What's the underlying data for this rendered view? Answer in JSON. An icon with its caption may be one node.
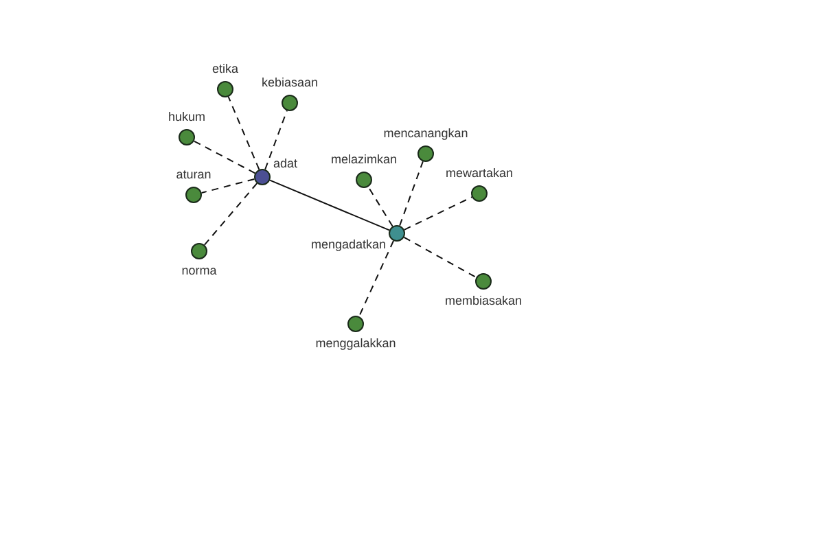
{
  "diagram": {
    "nodes": [
      {
        "text": [
          "adat"
        ]
      },
      {
        "text": [
          "etika"
        ]
      },
      {
        "text": [
          "kebiasaan"
        ]
      },
      {
        "text": [
          "hukum"
        ]
      },
      {
        "text": [
          "aturan"
        ]
      },
      {
        "text": [
          "norma"
        ]
      },
      {
        "text": [
          "mengadatkan"
        ]
      },
      {
        "text": [
          "melazimkan"
        ]
      },
      {
        "text": [
          "mencanangkan"
        ]
      },
      {
        "text": [
          "mewartakan"
        ]
      },
      {
        "text": [
          "membiasakan"
        ]
      },
      {
        "text": [
          "menggalakkan"
        ]
      }
    ],
    "edges": [
      {
        "from": 0,
        "to": 1,
        "arrow": "none",
        "style": "dashed"
      },
      {
        "from": 0,
        "to": 2,
        "arrow": "none",
        "style": "dashed"
      },
      {
        "from": 0,
        "to": 3,
        "arrow": "none",
        "style": "dashed"
      },
      {
        "from": 0,
        "to": 4,
        "arrow": "none",
        "style": "dashed"
      },
      {
        "from": 0,
        "to": 5,
        "arrow": "none",
        "style": "dashed"
      },
      {
        "from": 0,
        "to": 6,
        "arrow": "none"
      },
      {
        "from": 6,
        "to": 7,
        "arrow": "none",
        "style": "dashed"
      },
      {
        "from": 6,
        "to": 8,
        "arrow": "none",
        "style": "dashed"
      },
      {
        "from": 6,
        "to": 9,
        "arrow": "none",
        "style": "dashed"
      },
      {
        "from": 6,
        "to": 10,
        "arrow": "none",
        "style": "dashed"
      },
      {
        "from": 6,
        "to": 11,
        "arrow": "none",
        "style": "dashed"
      }
    ]
  }
}
